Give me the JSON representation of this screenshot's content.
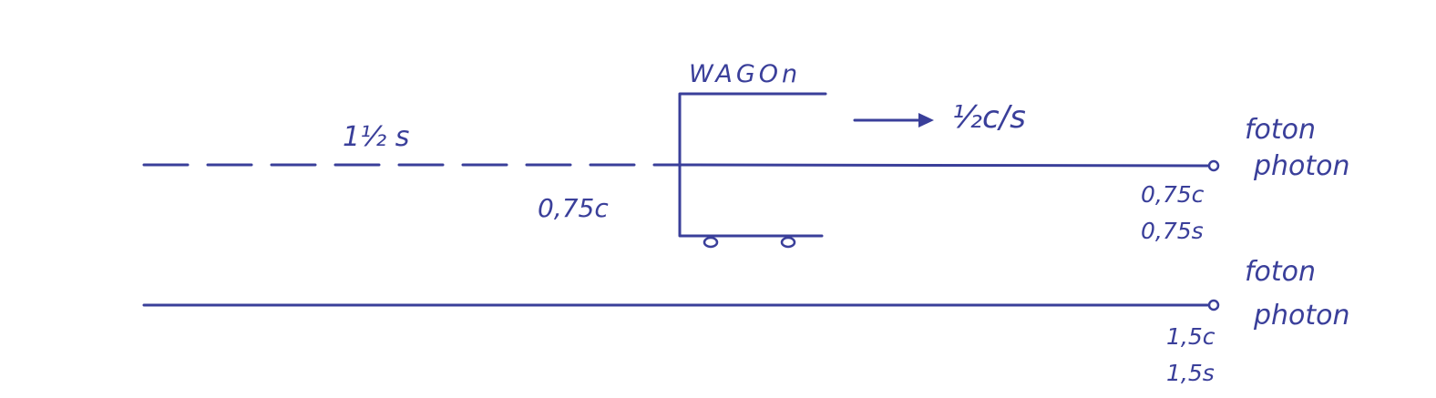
{
  "colors": {
    "ink": "#3a3f9a",
    "paper": "#ffffff"
  },
  "diagram": {
    "wagon_label": "WAGOn",
    "wagon_speed": "½c/s",
    "dashed_time": "1½ s",
    "wagon_offset": "0,75c",
    "top_photon": {
      "label_nl": "foton",
      "label_en": "photon",
      "distance": "0,75c",
      "time": "0,75s"
    },
    "bottom_photon": {
      "label_nl": "foton",
      "label_en": "photon",
      "distance": "1,5c",
      "time": "1,5s"
    }
  }
}
